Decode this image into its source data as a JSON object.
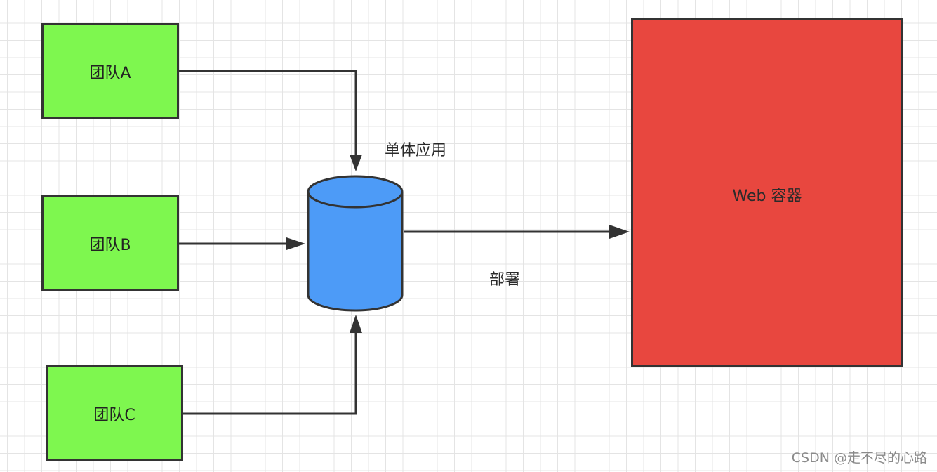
{
  "teams": {
    "a": "团队A",
    "b": "团队B",
    "c": "团队C"
  },
  "app_label": "单体应用",
  "deploy_label": "部署",
  "container_label": "Web 容器",
  "watermark": "CSDN @走不尽的心路",
  "colors": {
    "team_fill": "#7ef74f",
    "database_fill": "#4d9bf7",
    "container_fill": "#e8473f",
    "stroke": "#333333"
  }
}
